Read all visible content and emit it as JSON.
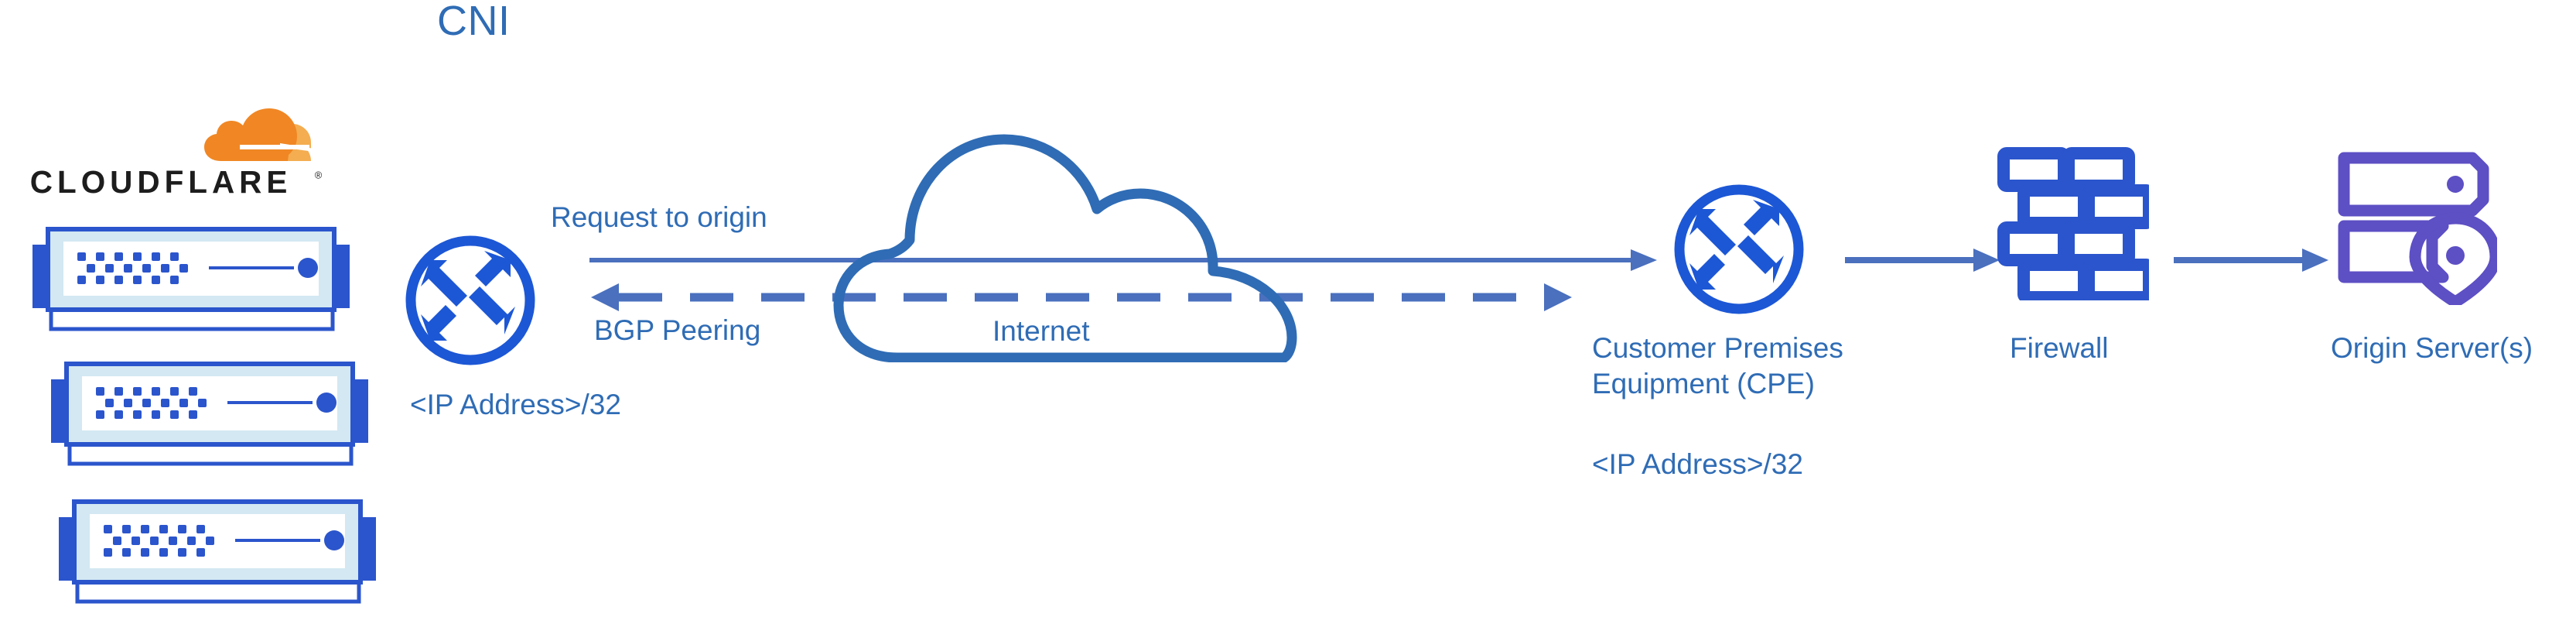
{
  "diagram": {
    "title": "CNI",
    "brand": {
      "name": "CLOUDFLARE",
      "trademark": "®",
      "logo_icon": "cloudflare-cloud-logo",
      "cloud_color_dark": "#F08724",
      "cloud_color_light": "#F4AD50",
      "wordmark_color": "#1D1D1D"
    },
    "colors": {
      "text_blue": "#2F6CB5",
      "icon_blue": "#1C57D5",
      "line_blue": "#4A70BE",
      "cloud_stroke": "#2F6CB5",
      "server_border": "#2B55CC",
      "server_inner": "#D3E8F2",
      "origin_purple": "#5D4FC4"
    },
    "nodes": [
      {
        "id": "cloudflare-servers",
        "icon": "server-rack-icon",
        "label": "",
        "count": 3
      },
      {
        "id": "cloudflare-router",
        "icon": "router-icon",
        "label": "<IP Address>/32"
      },
      {
        "id": "internet-cloud",
        "icon": "cloud-icon",
        "label": "Internet"
      },
      {
        "id": "customer-premises-equipment",
        "icon": "router-icon",
        "label_line_1": "Customer Premises",
        "label_line_2": "Equipment (CPE)",
        "label_line_3": "<IP Address>/32"
      },
      {
        "id": "firewall",
        "icon": "firewall-brick-icon",
        "label": "Firewall"
      },
      {
        "id": "origin-server",
        "icon": "origin-server-pin-icon",
        "label": "Origin Server(s)"
      }
    ],
    "connectors": [
      {
        "id": "request-to-origin",
        "label": "Request to origin",
        "style": "solid",
        "direction": "right"
      },
      {
        "id": "bgp-peering",
        "label": "BGP Peering",
        "style": "dashed",
        "direction": "bidirectional"
      },
      {
        "id": "cpe-to-firewall",
        "label": "",
        "style": "solid",
        "direction": "right"
      },
      {
        "id": "firewall-to-origin",
        "label": "",
        "style": "solid",
        "direction": "right"
      }
    ]
  }
}
